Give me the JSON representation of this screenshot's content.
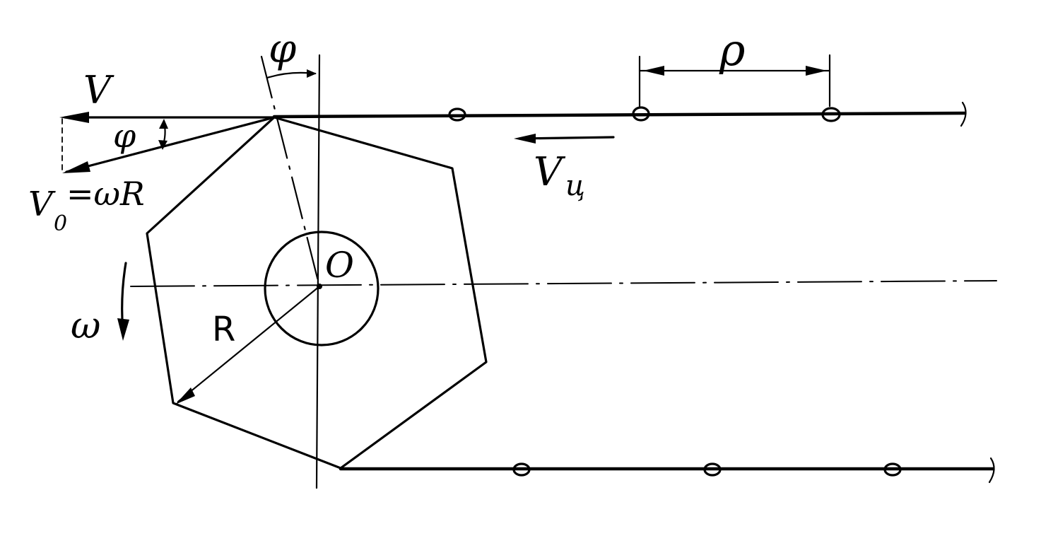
{
  "labels": {
    "v": "V",
    "phi_top": "φ",
    "phi_left": "φ",
    "v0": "V",
    "v0_sub": "0",
    "v0_eq": "=ωR",
    "rho": "ρ",
    "vc": "V",
    "vc_sub": "ц",
    "o": "O",
    "omega": "ω",
    "r": "R"
  }
}
